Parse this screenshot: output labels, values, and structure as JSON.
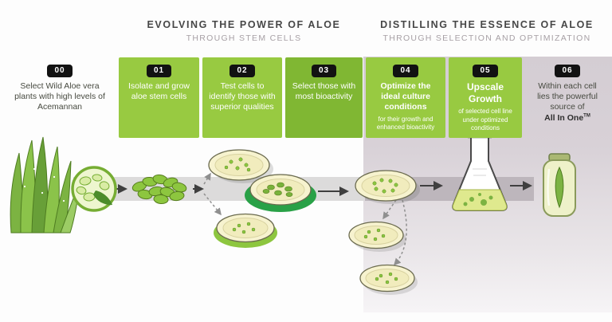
{
  "headers": {
    "left": {
      "title": "EVOLVING THE POWER OF ALOE",
      "subtitle": "THROUGH STEM CELLS"
    },
    "right": {
      "title": "DISTILLING THE ESSENCE OF ALOE",
      "subtitle": "THROUGH SELECTION AND OPTIMIZATION"
    }
  },
  "steps": [
    {
      "number": "00",
      "text": "Select Wild Aloe vera plants with high levels of Acemannan"
    },
    {
      "number": "01",
      "text": "Isolate and grow aloe stem cells"
    },
    {
      "number": "02",
      "text": "Test cells to identify those with superior qualities"
    },
    {
      "number": "03",
      "text": "Select those with most bioactivity"
    },
    {
      "number": "04",
      "text": "Optimize the ideal culture conditions",
      "subtext": "for their growth and enhanced bioactivity"
    },
    {
      "number": "05",
      "text": "Upscale Growth",
      "subtext": "of selected cell line under optimized conditions"
    },
    {
      "number": "06",
      "text": "Within each cell lies the powerful source of",
      "emphasis": "All In One",
      "tm": "TM"
    }
  ],
  "colors": {
    "green_box": "#98ca41",
    "green_box_dark": "#80b733",
    "badge_bg": "#121212",
    "badge_text": "#ffffff",
    "header_title": "#474747",
    "header_subtitle": "#a7a0a5",
    "band_light": "#dcdbdb",
    "band_dark": "#bdb6bc",
    "selected_dish_green": "#29a147"
  },
  "illustrations": [
    "aloe-plant",
    "cell-cross-section",
    "stem-cell-cluster",
    "petri-dish-test-1",
    "petri-dish-selected",
    "petri-dish-test-2",
    "petri-dish-culture-1",
    "petri-dish-culture-2",
    "petri-dish-culture-3",
    "flask",
    "jar"
  ]
}
